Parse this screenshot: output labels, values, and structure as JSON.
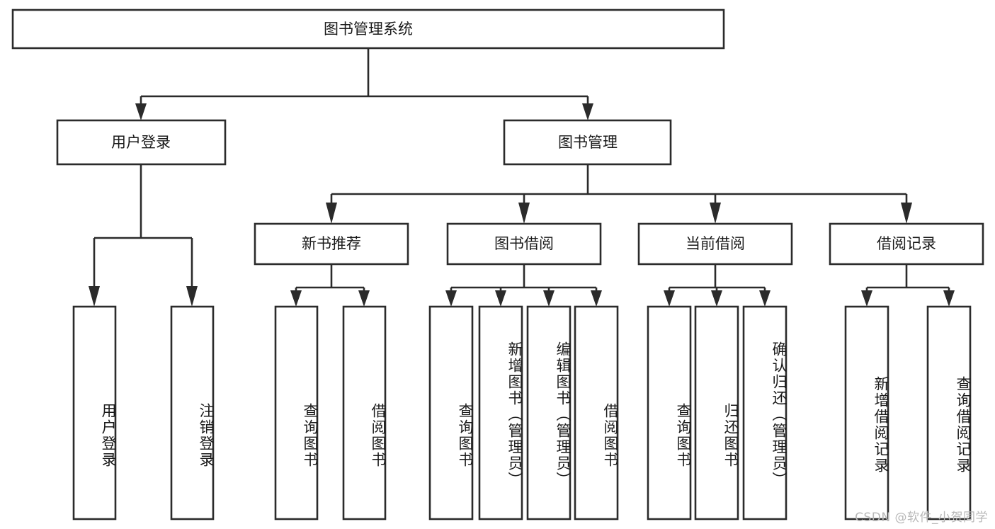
{
  "diagram": {
    "title": "图书管理系统",
    "type": "tree-hierarchy",
    "watermark": "CSDN @软件_小贺同学",
    "levels": {
      "root": {
        "label": "图书管理系统"
      },
      "level2": [
        {
          "label": "用户登录"
        },
        {
          "label": "图书管理"
        }
      ],
      "level3": [
        {
          "label": "新书推荐"
        },
        {
          "label": "图书借阅"
        },
        {
          "label": "当前借阅"
        },
        {
          "label": "借阅记录"
        }
      ],
      "leaves": {
        "user_login": [
          {
            "label": "用户登录"
          },
          {
            "label": "注销登录"
          }
        ],
        "new_book_recommend": [
          {
            "label": "查询图书"
          },
          {
            "label": "借阅图书"
          }
        ],
        "book_borrow": [
          {
            "label": "查询图书"
          },
          {
            "label": "新增图书（管理员）"
          },
          {
            "label": "编辑图书（管理员）"
          },
          {
            "label": "借阅图书"
          }
        ],
        "current_borrow": [
          {
            "label": "查询图书"
          },
          {
            "label": "归还图书"
          },
          {
            "label": "确认归还（管理员）"
          }
        ],
        "borrow_records": [
          {
            "label": "新增借阅记录"
          },
          {
            "label": "查询借阅记录"
          }
        ]
      }
    },
    "colors": {
      "box_stroke": "#2b2b2b",
      "box_fill": "#ffffff",
      "text": "#1a1a1a",
      "watermark": "#b8b8b8",
      "background": "#ffffff"
    }
  }
}
